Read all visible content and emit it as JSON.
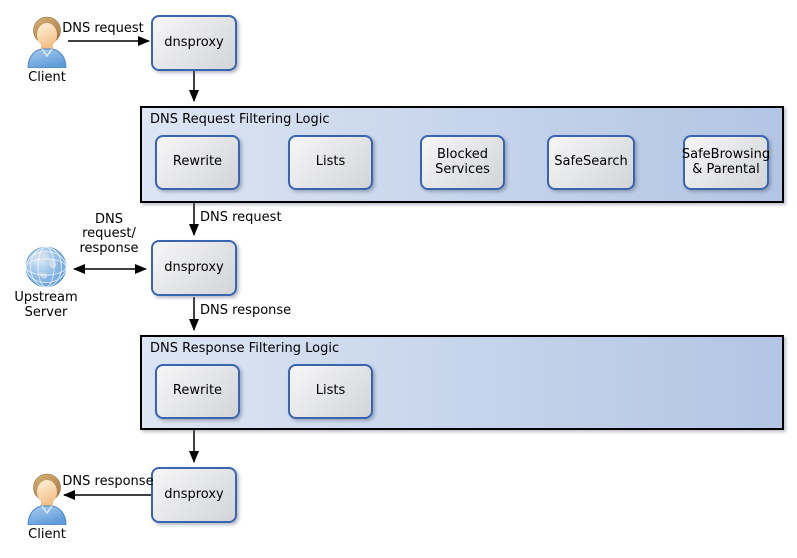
{
  "nodes": {
    "client_top": "Client",
    "client_bottom": "Client",
    "upstream": "Upstream Server",
    "dnsproxy": "dnsproxy"
  },
  "containers": [
    {
      "title": "DNS Request Filtering Logic",
      "boxes": [
        "Rewrite",
        "Lists",
        "Blocked Services",
        "SafeSearch",
        "SafeBrowsing & Parental"
      ]
    },
    {
      "title": "DNS Response Filtering Logic",
      "boxes": [
        "Rewrite",
        "Lists"
      ]
    }
  ],
  "edges": {
    "client_to_proxy1": "DNS request",
    "filter1_to_proxy2": "DNS request",
    "upstream_exchange": "DNS request/ response",
    "proxy2_to_filter2": "DNS response",
    "proxy3_to_client": "DNS response"
  },
  "colors": {
    "container-bg-start": "#dce5f3",
    "container-bg-end": "#b2c5e4",
    "container-border": "#000000",
    "node-bg-start": "#f6f6f6",
    "node-bg-end": "#d2d4d8",
    "node-border": "#3a64ae",
    "arrow": "#000000"
  }
}
